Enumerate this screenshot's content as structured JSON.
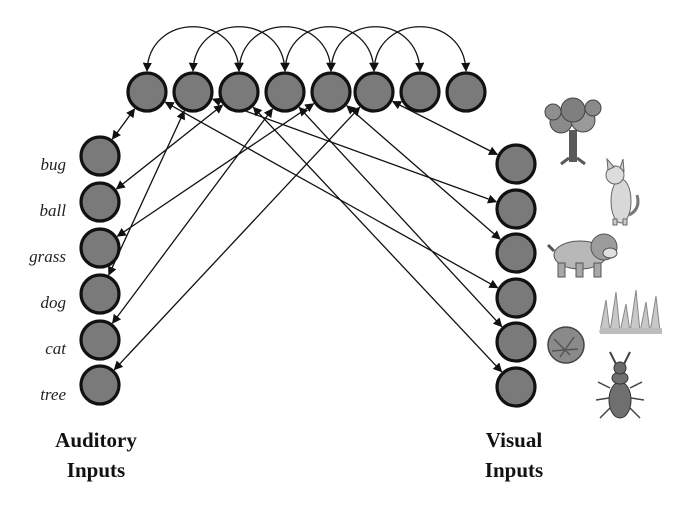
{
  "auditory": {
    "words": [
      "bug",
      "ball",
      "grass",
      "dog",
      "cat",
      "tree"
    ],
    "label_line1": "Auditory",
    "label_line2": "Inputs"
  },
  "visual": {
    "pictures": [
      "tree-icon",
      "cat-icon",
      "dog-icon",
      "grass-icon",
      "ball-icon",
      "bug-icon"
    ],
    "label_line1": "Visual",
    "label_line2": "Inputs"
  },
  "hidden_layer": {
    "unit_count": 8
  },
  "colors": {
    "node_fill": "#7a7a7a",
    "node_stroke": "#111111",
    "line": "#111111"
  }
}
